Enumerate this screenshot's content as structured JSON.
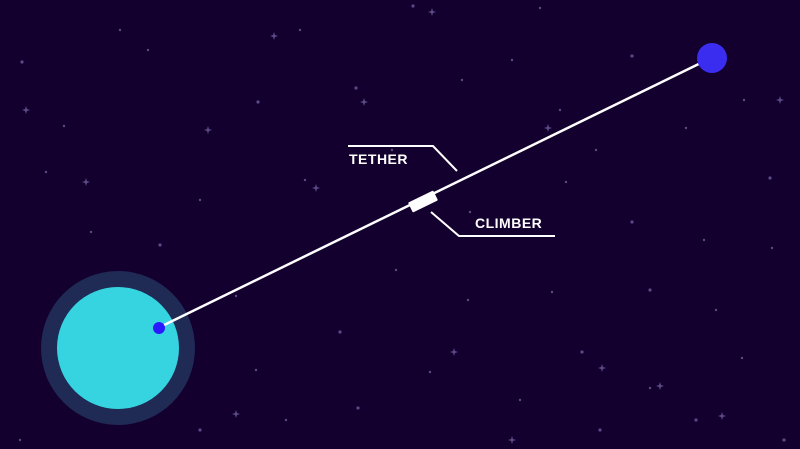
{
  "labels": {
    "tether": "TETHER",
    "climber": "CLIMBER"
  },
  "colors": {
    "space_background": "#13002e",
    "earth_surface": "#36d4e0",
    "earth_atmosphere": "#1f2a55",
    "anchor_station": "#2a1aff",
    "counterweight": "#3b2df0",
    "tether_line": "#ffffff",
    "climber": "#ffffff",
    "callout_line": "#ffffff",
    "label_text": "#ffffff",
    "star": "#5a4a86"
  },
  "icons": {
    "earth": "planet-circle",
    "counterweight": "sphere",
    "climber": "capsule-rect",
    "stars": "twinkle-cross"
  }
}
